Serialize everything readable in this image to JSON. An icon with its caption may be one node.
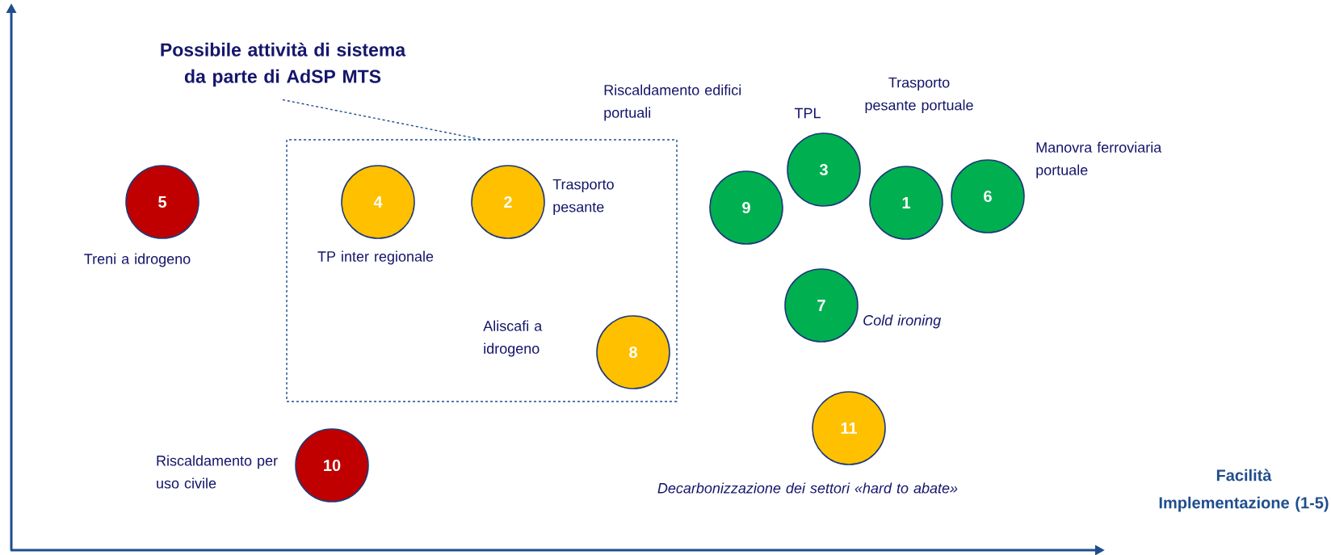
{
  "diagram": {
    "nodes": [
      {
        "text": [
          "Possibile attività di sistema da parte di AdSP MTS"
        ]
      },
      {
        "text": [],
        "shape": "box"
      },
      {
        "text": [
          "5"
        ],
        "beside": [
          "Treni a idrogeno"
        ]
      },
      {
        "text": [
          "4"
        ],
        "beside": [
          "TP inter regionale"
        ],
        "in": 1
      },
      {
        "text": [
          "2"
        ],
        "beside": [
          "Trasporto pesante"
        ],
        "in": 1
      },
      {
        "text": [
          "9"
        ]
      },
      {
        "text": [
          "3"
        ],
        "beside": [
          "TPL"
        ]
      },
      {
        "text": [
          "1"
        ]
      },
      {
        "text": [
          "6"
        ],
        "beside": [
          "Manovra ferroviaria portuale"
        ]
      },
      {
        "text": [
          "7"
        ],
        "beside": [
          "Cold ironing"
        ]
      },
      {
        "text": [
          "8"
        ],
        "beside": [
          "Aliscafi a idrogeno"
        ],
        "in": 1
      },
      {
        "text": [
          "11"
        ],
        "beside": [
          "Decarbonizzazione dei settori «hard to abate»"
        ]
      },
      {
        "text": [
          "10"
        ],
        "beside": [
          "Riscaldamento per uso civile"
        ]
      }
    ],
    "edges": [
      {
        "from": 0,
        "to": 1,
        "arrow": "none",
        "style": "dashed"
      }
    ],
    "labels": [
      "Riscaldamento edifici portuali",
      "Trasporto pesante portuale",
      "Facilità Implementazione (1-5)"
    ]
  }
}
